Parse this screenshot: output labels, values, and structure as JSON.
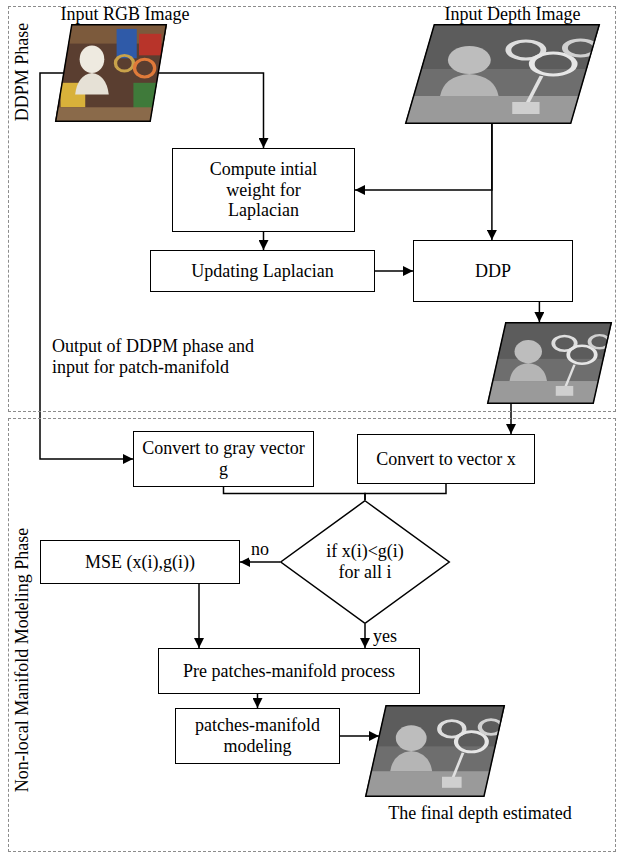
{
  "diagram": {
    "nodes": [
      {
        "text": [
          "DDPM Phase"
        ]
      },
      {
        "text": [
          "Input RGB Image"
        ],
        "in": 0
      },
      {
        "text": [
          "Input Depth Image"
        ],
        "in": 0
      },
      {
        "text": [
          "Compute intial weight for Laplacian"
        ],
        "in": 0
      },
      {
        "text": [
          "Updating Laplacian"
        ],
        "in": 0
      },
      {
        "text": [
          "DDP"
        ],
        "in": 0
      },
      {
        "text": [
          "Output of DDPM phase and input for patch-manifold"
        ],
        "in": 0
      },
      {
        "text": [
          "Non-local Manifold Modeling Phase"
        ]
      },
      {
        "text": [
          "Convert to gray vector g"
        ],
        "in": 7
      },
      {
        "text": [
          "Convert to vector x"
        ],
        "in": 7
      },
      {
        "text": [
          "if x(i)<g(i) for all i"
        ],
        "in": 7
      },
      {
        "text": [
          "MSE (x(i),g(i))"
        ],
        "in": 7
      },
      {
        "text": [
          "Pre patches-manifold process"
        ],
        "in": 7
      },
      {
        "text": [
          "patches-manifold modeling"
        ],
        "in": 7
      },
      {
        "text": [
          "The final depth estimated"
        ],
        "in": 7
      }
    ],
    "edges": [
      {
        "from": 1,
        "to": 3,
        "arrow": "to"
      },
      {
        "from": 2,
        "to": 3,
        "arrow": "to"
      },
      {
        "from": 2,
        "to": 5,
        "arrow": "to"
      },
      {
        "from": 3,
        "to": 4,
        "arrow": "to"
      },
      {
        "from": 4,
        "to": 5,
        "arrow": "to"
      },
      {
        "from": 5,
        "to": 6,
        "arrow": "to"
      },
      {
        "from": 1,
        "to": 8,
        "arrow": "to"
      },
      {
        "from": 6,
        "to": 9,
        "arrow": "to"
      },
      {
        "from": 8,
        "to": 10,
        "arrow": "none"
      },
      {
        "from": 9,
        "to": 10,
        "arrow": "none"
      },
      {
        "from": 10,
        "to": 11,
        "arrow": "to",
        "label": "no"
      },
      {
        "from": 10,
        "to": 12,
        "arrow": "to",
        "label": "yes"
      },
      {
        "from": 11,
        "to": 12,
        "arrow": "to"
      },
      {
        "from": 12,
        "to": 13,
        "arrow": "to"
      },
      {
        "from": 13,
        "to": 14,
        "arrow": "to"
      }
    ]
  }
}
